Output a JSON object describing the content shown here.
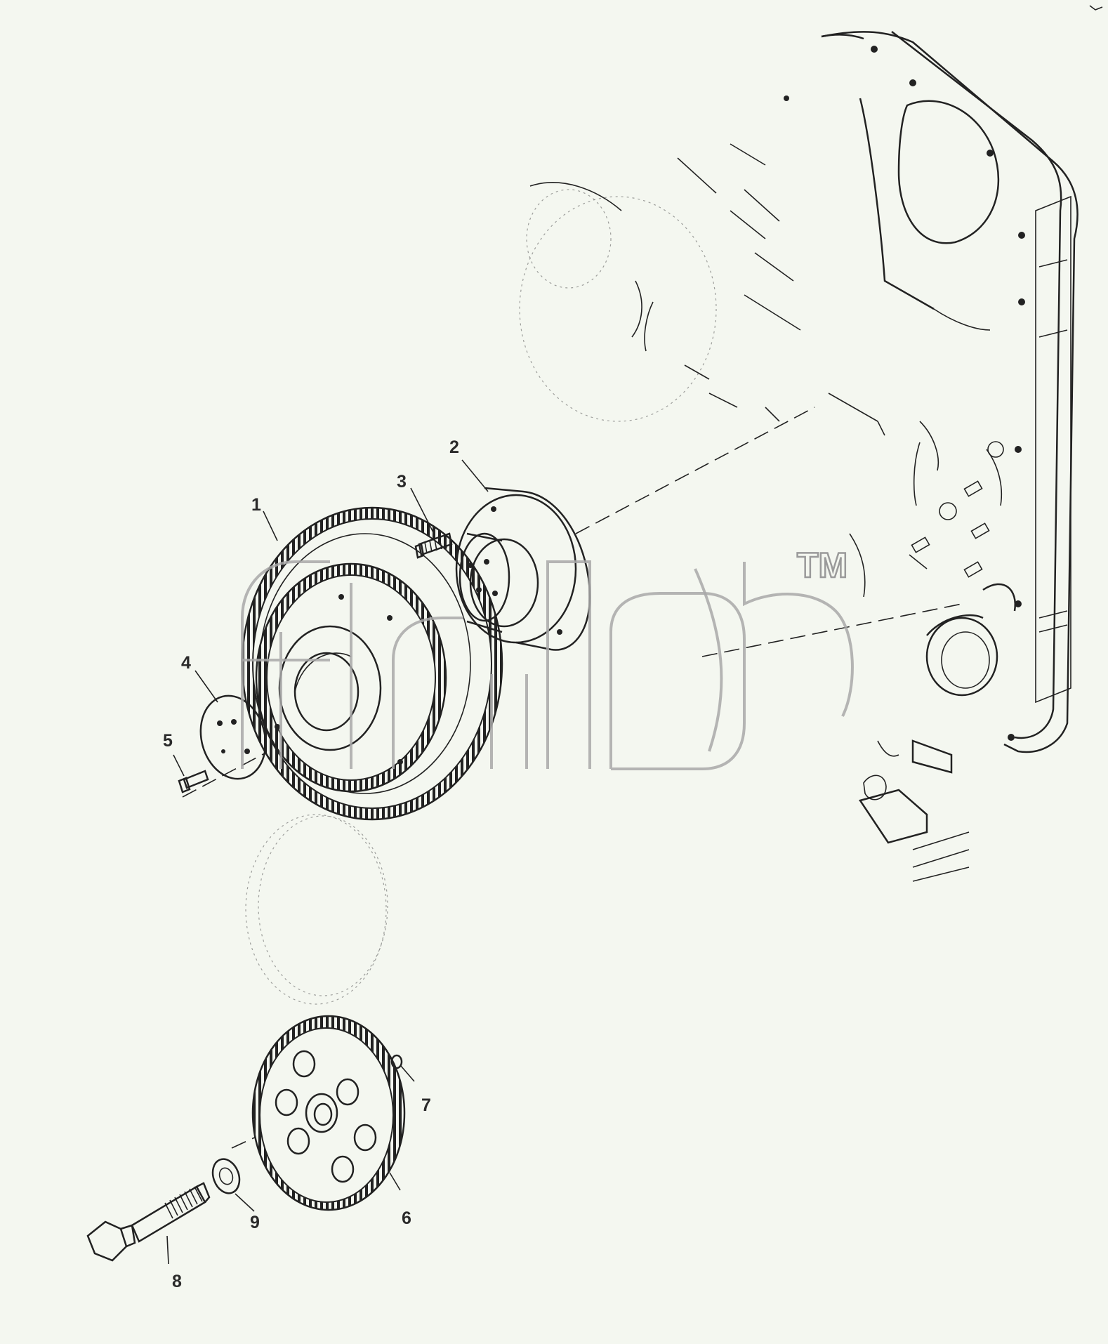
{
  "diagram": {
    "callouts": [
      {
        "id": "1",
        "label": "1"
      },
      {
        "id": "2",
        "label": "2"
      },
      {
        "id": "3",
        "label": "3"
      },
      {
        "id": "4",
        "label": "4"
      },
      {
        "id": "5",
        "label": "5"
      },
      {
        "id": "6",
        "label": "6"
      },
      {
        "id": "7",
        "label": "7"
      },
      {
        "id": "8",
        "label": "8"
      },
      {
        "id": "9",
        "label": "9"
      }
    ],
    "watermark": {
      "text": "TM"
    }
  }
}
